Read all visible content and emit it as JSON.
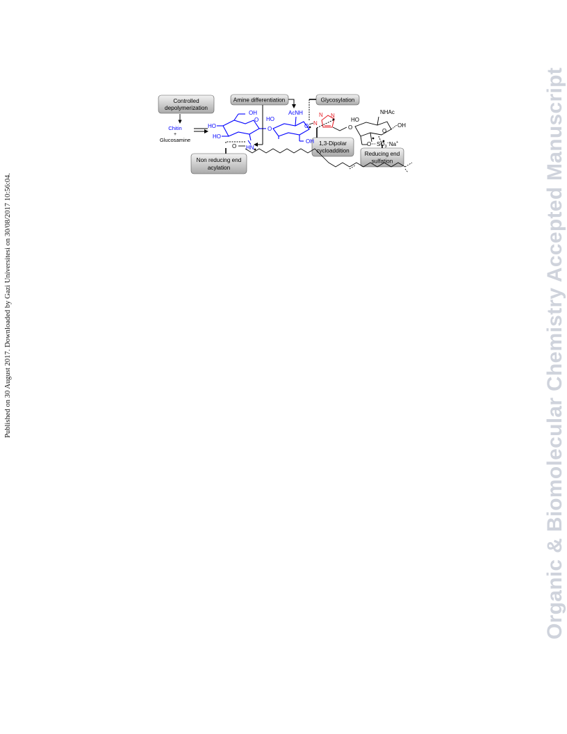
{
  "left_margin_text": "Published on 30 August 2017. Downloaded by Gazi Universitesi on 30/08/2017 10:56:04.",
  "right_margin_text": "Organic & Biomolecular Chemistry Accepted Manuscript",
  "scheme": {
    "box_depolymerization_line1": "Controlled",
    "box_depolymerization_line2": "depolymerization",
    "box_amine": "Amine differentiation",
    "box_glycosylation": "Glycosylation",
    "box_acylation_line1": "Non reducing end",
    "box_acylation_line2": "acylation",
    "box_dipolar_line1": "1,3-Dipolar",
    "box_dipolar_line2": "cycloaddition",
    "box_sulfation_line1": "Reducing end",
    "box_sulfation_line2": "sulfation",
    "chitin": "Chitin",
    "plus": "+",
    "glucosamine": "Glucosamine",
    "oh1": "OH",
    "ho1": "HO",
    "ho2": "HO",
    "o_ring1": "O",
    "o_link": "O",
    "ho3": "HO",
    "acnh": "AcNH",
    "o_ring2": "O",
    "oh2": "OH",
    "hn": "HN",
    "o_carbonyl": "O",
    "n1": "N",
    "n2": "N",
    "n3": "N",
    "o_link2": "O",
    "ho4": "HO",
    "nhac": "NHAc",
    "oh3": "OH",
    "o_ring3": "O",
    "o_so3": "O",
    "so3": "SO",
    "so3_sub": "3",
    "na": "Na",
    "colors": {
      "blue": "#0000ff",
      "red": "#e6232a",
      "box_fill": "#c9c9c9",
      "watermark": "#cfd3dc"
    }
  }
}
